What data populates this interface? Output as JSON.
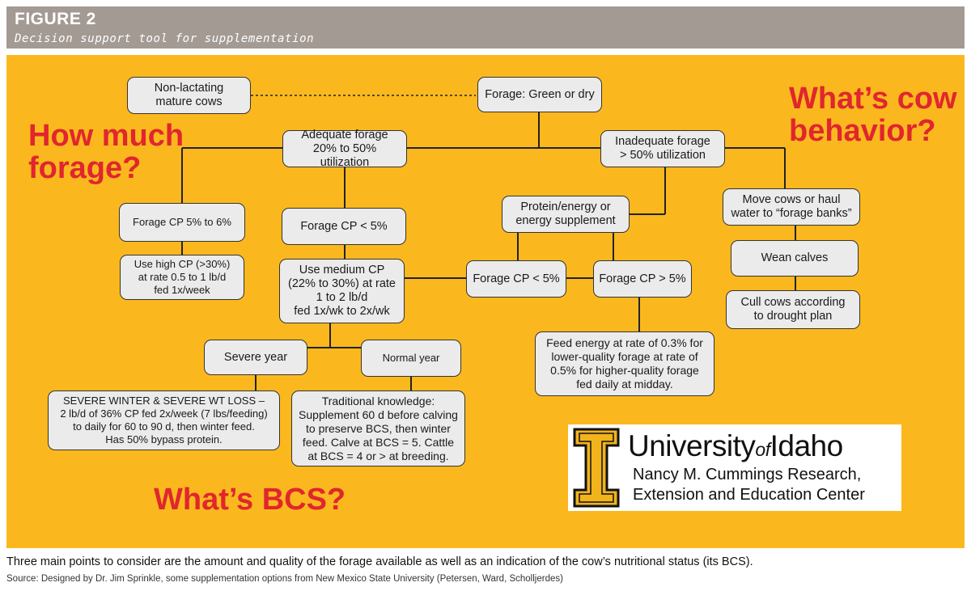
{
  "figure": {
    "label": "FIGURE 2",
    "subtitle": "Decision support tool for supplementation"
  },
  "colors": {
    "header_bg": "#a39a94",
    "panel_bg": "#fbb81e",
    "box_bg": "#ebebeb",
    "question_text": "#e0262e"
  },
  "questions": {
    "forage": "How much\nforage?",
    "behavior": "What’s cow\nbehavior?",
    "bcs": "What’s BCS?"
  },
  "nodes": {
    "non_lactating": "Non-lactating\nmature cows",
    "forage_type": "Forage: Green or dry",
    "adequate": "Adequate forage\n20% to 50% utilization",
    "inadequate": "Inadequate forage\n> 50% utilization",
    "forage_cp_5_6": "Forage CP 5% to 6%",
    "forage_cp_lt5_left": "Forage CP < 5%",
    "protein_energy": "Protein/energy or\nenergy supplement",
    "move_cows": "Move cows or haul\nwater to “forage banks”",
    "high_cp": "Use high CP (>30%)\nat rate 0.5 to 1 lb/d\nfed 1x/week",
    "medium_cp": "Use medium CP\n(22% to 30%) at rate\n1 to 2 lb/d\nfed 1x/wk to 2x/wk",
    "forage_cp_lt5_mid": "Forage CP < 5%",
    "forage_cp_gt5": "Forage CP > 5%",
    "wean": "Wean calves",
    "cull": "Cull cows according\nto drought plan",
    "severe_year": "Severe year",
    "normal_year": "Normal year",
    "feed_energy": "Feed energy at rate of 0.3% for\nlower-quality forage at rate of\n0.5% for higher-quality forage\nfed daily at midday.",
    "severe_winter": "SEVERE WINTER & SEVERE WT LOSS –\n2 lb/d of 36% CP fed 2x/week (7 lbs/feeding)\nto daily for 60 to 90 d, then winter feed.\nHas 50% bypass protein.",
    "traditional": "Traditional knowledge:\nSupplement 60 d before calving\nto preserve BCS, then winter\nfeed. Calve at BCS = 5. Cattle\nat BCS = 4 or > at breeding."
  },
  "logo": {
    "university": "University",
    "of": "of",
    "idaho": "Idaho",
    "center": "Nancy M. Cummings Research,\nExtension and Education Center"
  },
  "caption": "Three main points to consider are the amount and quality of the forage available as well as an indication of the cow’s nutritional status (its BCS).",
  "source": "Source: Designed by Dr. Jim Sprinkle, some supplementation options from New Mexico State University (Petersen, Ward, Scholljerdes)"
}
